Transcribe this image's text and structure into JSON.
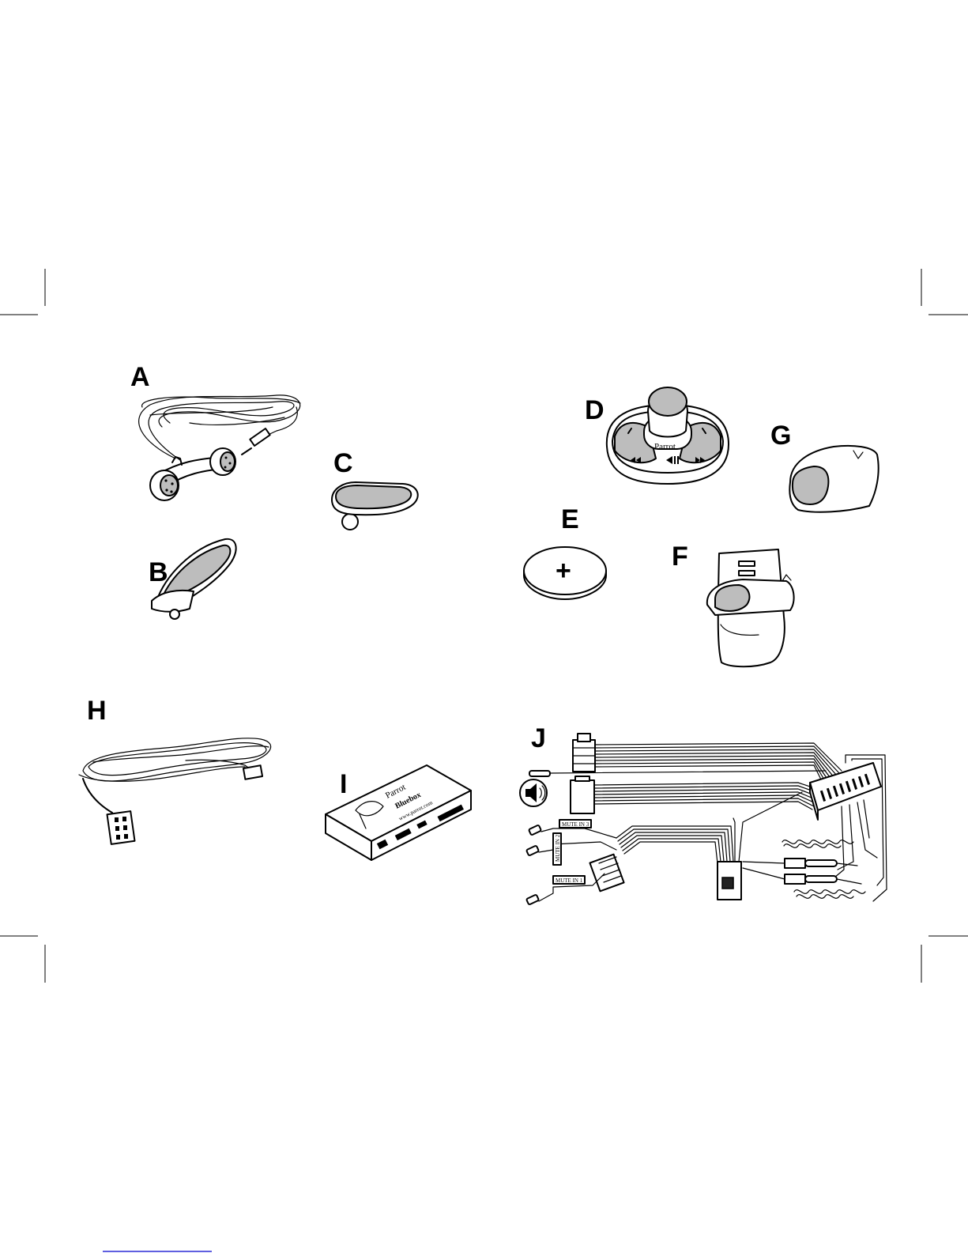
{
  "labels": {
    "a": "A",
    "b": "B",
    "c": "C",
    "d": "D",
    "e": "E",
    "f": "F",
    "g": "G",
    "h": "H",
    "i": "I",
    "j": "J"
  },
  "remote": {
    "brand": "Parrot"
  },
  "battery": {
    "symbol": "+"
  },
  "bluebox": {
    "brand": "Parrot",
    "model": "Bluebox",
    "url": "www.parrot.com"
  },
  "harness": {
    "mute_in_3": "MUTE IN 3",
    "mute_in_2": "MUTE IN 2",
    "mute_in_1": "MUTE IN 1"
  },
  "colors": {
    "ink": "#000000",
    "fill_grey": "#bdbdbd",
    "footer_link": "#2b2bd6"
  }
}
